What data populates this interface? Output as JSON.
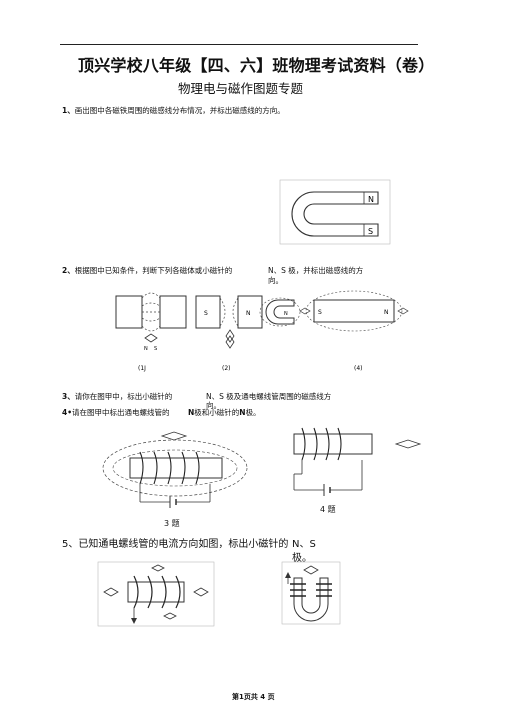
{
  "header": {
    "title": "顶兴学校八年级【四、六】班物理考试资料（卷）",
    "subtitle": "物理电与磁作图题专题"
  },
  "questions": {
    "q1": {
      "number": "1、",
      "text": "画出图中各磁铁周围的磁感线分布情况，并标出磁感线的方向。"
    },
    "q2": {
      "number": "2、",
      "text_a": "根据图中已知条件，判断下列各磁体或小磁针的",
      "text_b": "N、S 极，并标出磁感线的方",
      "text_c": "向。"
    },
    "q3": {
      "number": "3、",
      "text_a": "请你在图甲中，标出小磁针的",
      "text_b": "N、S 极及通电螺线管周围的磁感线方",
      "text_c": "向。"
    },
    "q4": {
      "number": "4•",
      "text_a": "请在图甲中标出通电螺线管的",
      "text_b": "N",
      "text_c": "极和小磁针的",
      "text_d": "N",
      "text_e": "极。"
    },
    "q5": {
      "number": "5、",
      "text_a": "已知通电螺线管的电流方向如图，标出小磁针的",
      "text_b": "N、S",
      "text_c": "极。"
    }
  },
  "figures": {
    "fig1_labels": [
      "N",
      "S"
    ],
    "fig2_labels": {
      "small_needle_n": "N",
      "small_needle_s": "S",
      "magnet_s": "S",
      "magnet_n": "N",
      "horseshoe_label": "N",
      "bar_left": "S",
      "bar_right": "N"
    },
    "fig2_captions": [
      "(1J",
      "(2)",
      "(4)"
    ],
    "fig3_caption": "3 题",
    "fig4_caption": "4 题"
  },
  "footer": {
    "page": "第1页共 4 页"
  }
}
